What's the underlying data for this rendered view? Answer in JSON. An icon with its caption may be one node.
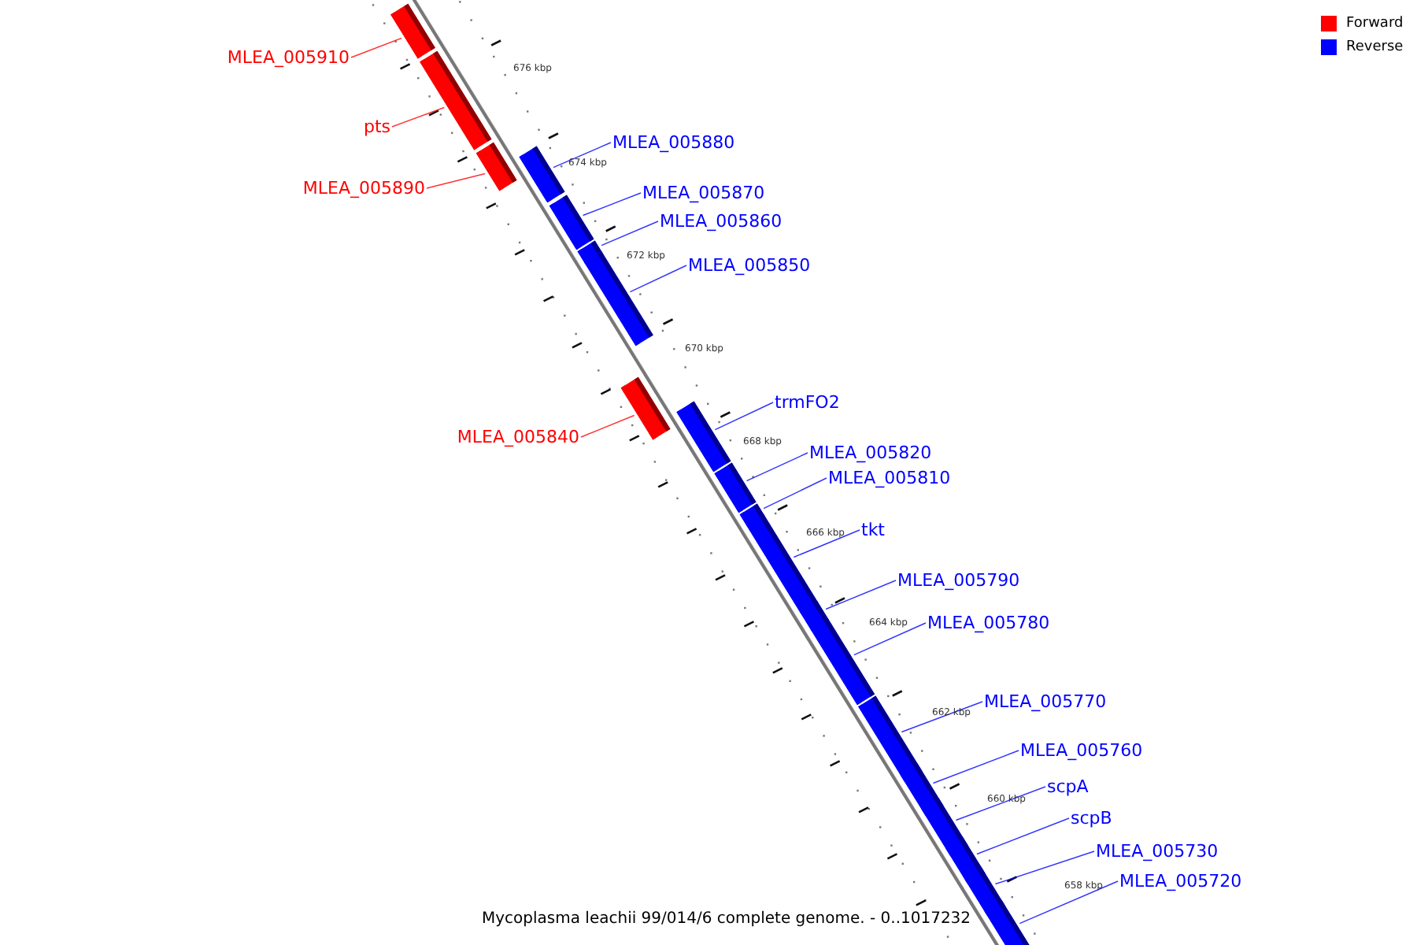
{
  "diagram": {
    "caption": "Mycoplasma leachii 99/014/6 complete genome. - 0..1017232",
    "nodes": [
      {
        "text": [
          "MLEA_005910"
        ]
      },
      {
        "text": [
          "pts"
        ]
      },
      {
        "text": [
          "MLEA_005890"
        ]
      },
      {
        "text": [
          "MLEA_005880"
        ]
      },
      {
        "text": [
          "MLEA_005870"
        ]
      },
      {
        "text": [
          "MLEA_005860"
        ]
      },
      {
        "text": [
          "MLEA_005850"
        ]
      },
      {
        "text": [
          "MLEA_005840"
        ]
      },
      {
        "text": [
          "trmFO2"
        ]
      },
      {
        "text": [
          "MLEA_005820"
        ]
      },
      {
        "text": [
          "MLEA_005810"
        ]
      },
      {
        "text": [
          "tkt"
        ]
      },
      {
        "text": [
          "MLEA_005790"
        ]
      },
      {
        "text": [
          "MLEA_005780"
        ]
      },
      {
        "text": [
          "MLEA_005770"
        ]
      },
      {
        "text": [
          "MLEA_005760"
        ]
      },
      {
        "text": [
          "scpA"
        ]
      },
      {
        "text": [
          "scpB"
        ]
      },
      {
        "text": [
          "MLEA_005730"
        ]
      },
      {
        "text": [
          "MLEA_005720"
        ]
      },
      {
        "text": [],
        "shape": "bar"
      },
      {
        "text": [],
        "shape": "bar"
      },
      {
        "text": [],
        "shape": "bar"
      },
      {
        "text": [],
        "shape": "bar"
      },
      {
        "text": [],
        "shape": "bar"
      },
      {
        "text": [],
        "shape": "bar"
      },
      {
        "text": [],
        "shape": "bar"
      },
      {
        "text": [],
        "shape": "bar"
      },
      {
        "text": [],
        "shape": "bar"
      },
      {
        "text": [],
        "shape": "bar"
      },
      {
        "text": [],
        "shape": "bar"
      },
      {
        "text": [],
        "shape": "bar"
      },
      {
        "text": [],
        "shape": "bar"
      },
      {
        "text": [],
        "shape": "bar"
      },
      {
        "text": [],
        "shape": "bar"
      },
      {
        "text": [],
        "shape": "bar"
      },
      {
        "text": [],
        "shape": "bar"
      },
      {
        "text": [],
        "shape": "bar"
      },
      {
        "text": [],
        "shape": "bar"
      },
      {
        "text": [],
        "shape": "bar"
      }
    ],
    "edges": [
      {
        "from": 0,
        "to": 20,
        "arrow": "none",
        "color": "#ff0000"
      },
      {
        "from": 1,
        "to": 21,
        "arrow": "none",
        "color": "#ff0000"
      },
      {
        "from": 2,
        "to": 22,
        "arrow": "none",
        "color": "#ff0000"
      },
      {
        "from": 3,
        "to": 23,
        "arrow": "none"
      },
      {
        "from": 4,
        "to": 24,
        "arrow": "none"
      },
      {
        "from": 5,
        "to": 25,
        "arrow": "none"
      },
      {
        "from": 6,
        "to": 26,
        "arrow": "none"
      },
      {
        "from": 7,
        "to": 27,
        "arrow": "none",
        "color": "#ff0000"
      },
      {
        "from": 8,
        "to": 28,
        "arrow": "none"
      },
      {
        "from": 9,
        "to": 29,
        "arrow": "none"
      },
      {
        "from": 10,
        "to": 30,
        "arrow": "none"
      },
      {
        "from": 11,
        "to": 31,
        "arrow": "none"
      },
      {
        "from": 12,
        "to": 32,
        "arrow": "none"
      },
      {
        "from": 13,
        "to": 33,
        "arrow": "none"
      },
      {
        "from": 14,
        "to": 34,
        "arrow": "none"
      },
      {
        "from": 15,
        "to": 35,
        "arrow": "none"
      },
      {
        "from": 16,
        "to": 36,
        "arrow": "none"
      },
      {
        "from": 17,
        "to": 37,
        "arrow": "none"
      },
      {
        "from": 18,
        "to": 38,
        "arrow": "none"
      },
      {
        "from": 19,
        "to": 39,
        "arrow": "none"
      }
    ],
    "labels": [
      "676 kbp",
      "674 kbp",
      "672 kbp",
      "670 kbp",
      "668 kbp",
      "666 kbp",
      "664 kbp",
      "662 kbp",
      "660 kbp",
      "658 kbp"
    ],
    "legend": [
      {
        "text": "Forward",
        "color": "#ff0000"
      },
      {
        "text": "Reverse",
        "color": "#0000ff"
      }
    ]
  }
}
